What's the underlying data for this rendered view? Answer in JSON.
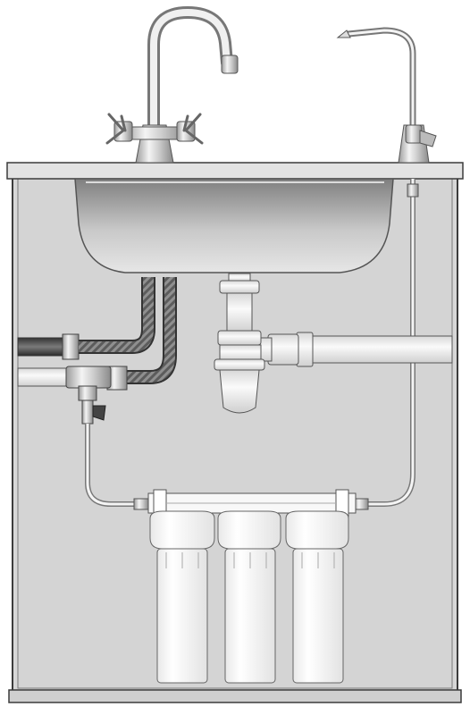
{
  "figure": {
    "components": [
      "main-faucet",
      "filtered-water-faucet",
      "countertop",
      "cabinet",
      "sink-basin",
      "drain-trap",
      "drain-pipe",
      "hot-water-hose",
      "cold-water-hose",
      "feed-valve",
      "supply-tube",
      "faucet-tube",
      "filter-manifold",
      "filter-housing-1",
      "filter-housing-2",
      "filter-housing-3"
    ],
    "colors": {
      "cabinet_fill": "#d7d7d7",
      "cabinet_edge": "#3b3b3b",
      "countertop": "#e3e3e3",
      "steel_light": "#f2f2f2",
      "steel_dark": "#8a8a8a",
      "hose_dark": "#4a4a4a",
      "hose_braid": "#8c8c8c",
      "pipe_fill": "#eeeeee",
      "filter_fill": "#fdfdfd",
      "outline": "#555555"
    }
  }
}
